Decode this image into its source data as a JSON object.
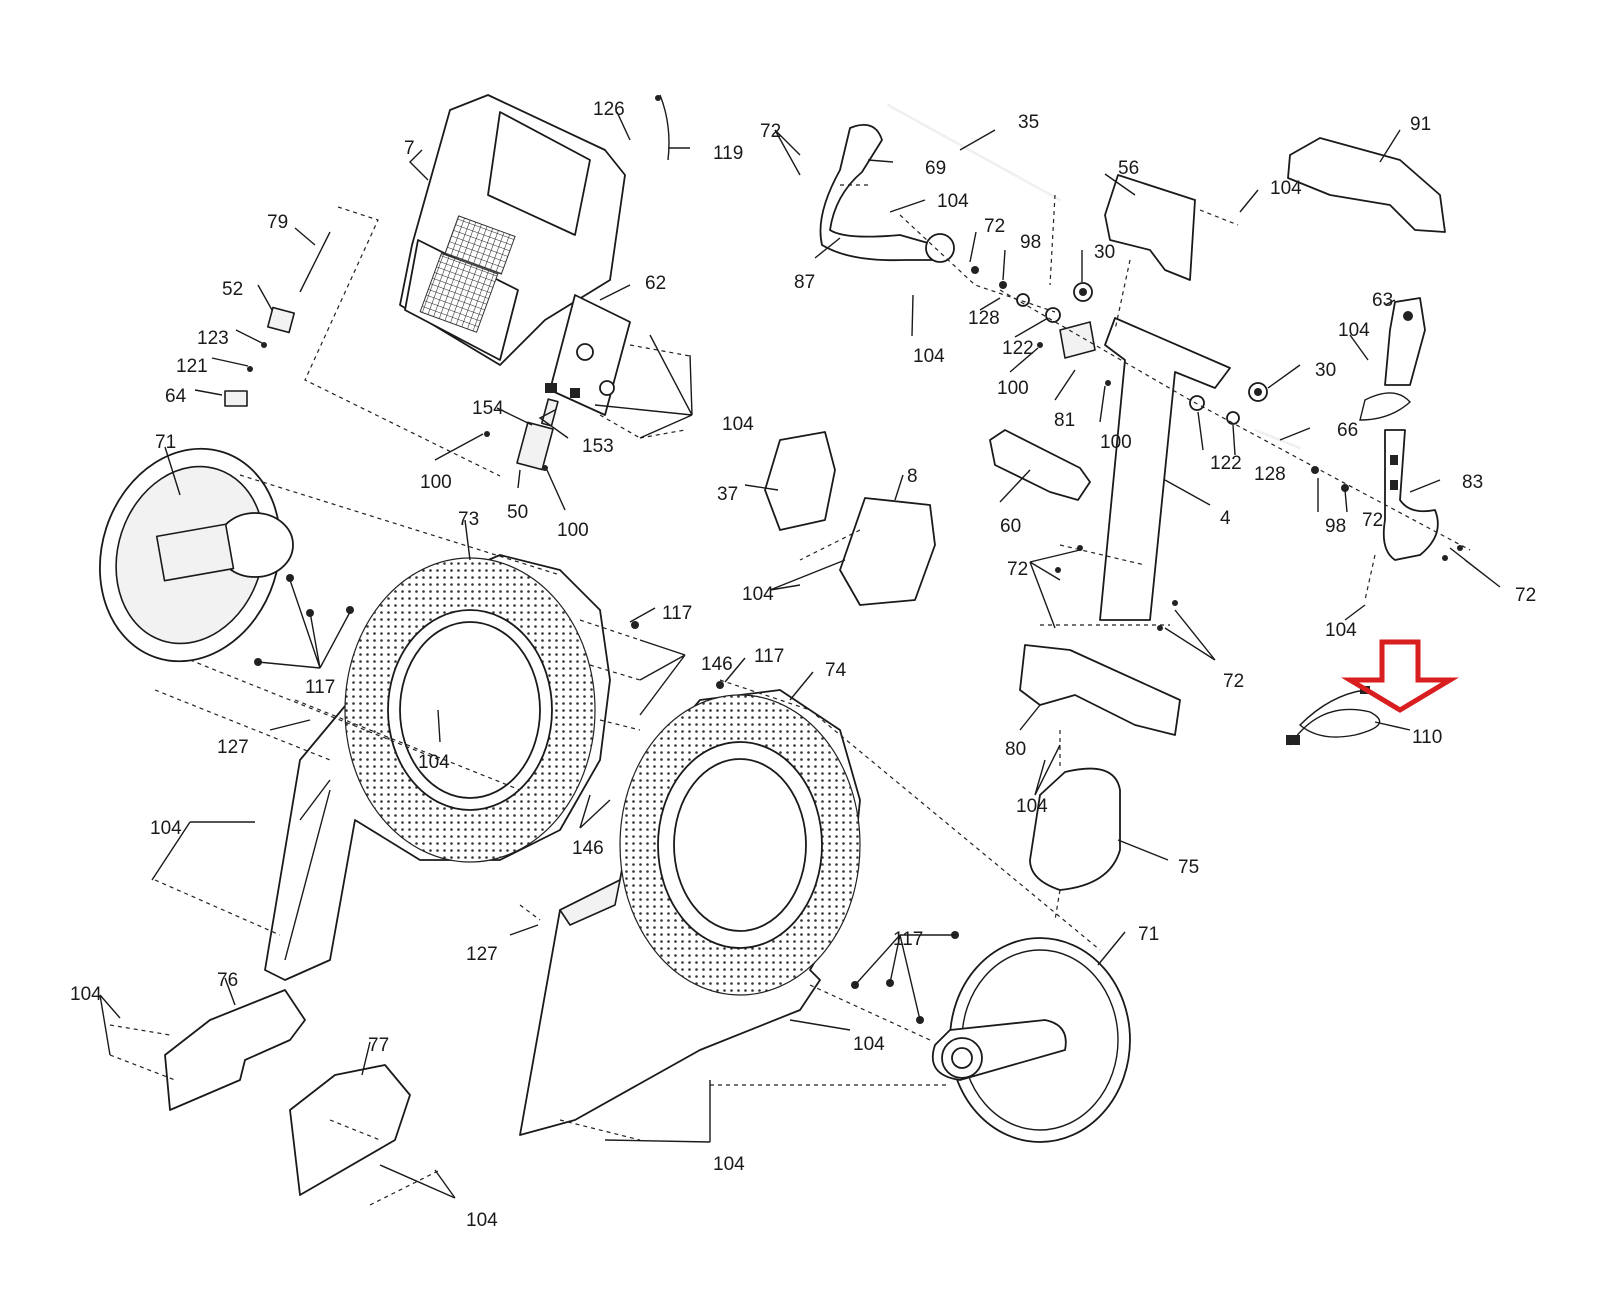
{
  "labels": {
    "p7": "7",
    "p126": "126",
    "p119": "119",
    "p79": "79",
    "p52": "52",
    "p123": "123",
    "p121": "121",
    "p64": "64",
    "p62": "62",
    "p104_top": "104",
    "p154": "154",
    "p153": "153",
    "p100_a": "100",
    "p50": "50",
    "p100_b": "100",
    "p71_left": "71",
    "p73": "73",
    "p117_a": "117",
    "p146_a": "146",
    "p117_b": "117",
    "p127_a": "127",
    "p104_c": "104",
    "p117_c": "117",
    "p74": "74",
    "p104_l": "104",
    "p146_b": "146",
    "p127_b": "127",
    "p76": "76",
    "p104_ll": "104",
    "p77": "77",
    "p104_bl": "104",
    "p104_bm": "104",
    "p117_d": "117",
    "p71_right": "71",
    "p104_br": "104",
    "p72_a": "72",
    "p35": "35",
    "p69": "69",
    "p104_d": "104",
    "p72_b": "72",
    "p98_a": "98",
    "p87": "87",
    "p104_e": "104",
    "p128_a": "128",
    "p122_a": "122",
    "p30_a": "30",
    "p56": "56",
    "p100_c": "100",
    "p81": "81",
    "p100_d": "100",
    "p37": "37",
    "p8": "8",
    "p104_f": "104",
    "p60": "60",
    "p4": "4",
    "p91": "91",
    "p104_g": "104",
    "p63": "63",
    "p104_h": "104",
    "p30_b": "30",
    "p66": "66",
    "p122_b": "122",
    "p128_b": "128",
    "p83": "83",
    "p98_b": "98",
    "p72_c": "72",
    "p72_d": "72",
    "p104_i": "104",
    "p72_e": "72",
    "p72_f": "72",
    "p80": "80",
    "p104_j": "104",
    "p75": "75",
    "p110": "110"
  },
  "highlight_color": "#d81e1e"
}
